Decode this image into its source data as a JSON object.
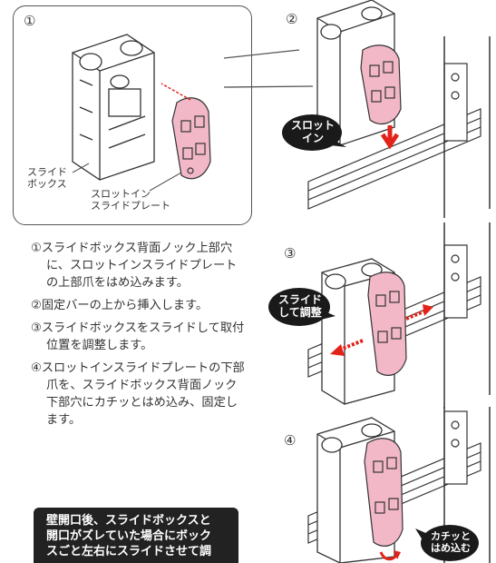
{
  "steps": [
    {
      "label": "①",
      "text": "①スライドボックス背面ノック上部穴に、スロットインスライドプレートの上部爪をはめ込みます。"
    },
    {
      "label": "②",
      "text": "②固定バーの上から挿入します。"
    },
    {
      "label": "③",
      "text": "③スライドボックスをスライドして取付位置を調整します。"
    },
    {
      "label": "④",
      "text": "④スロットインスライドプレートの下部爪を、スライドボックス背面ノック下部穴にカチッとはめ込み、固定します。"
    }
  ],
  "figure1": {
    "num": "①",
    "label_box": "スライド\nボックス",
    "label_plate": "スロットイン\nスライドプレート"
  },
  "figure2": {
    "num": "②",
    "callout": "スロット\nイン"
  },
  "figure3": {
    "num": "③",
    "callout": "スライド\nして調整"
  },
  "figure4": {
    "num": "④",
    "callout": "カチッと\nはめ込む"
  },
  "note": "壁開口後、スライドボックスと\n開口がズレていた場合にボック\nスごと左右にスライドさせて調",
  "colors": {
    "plate": "#f2b8c8",
    "arrow": "#e2231a",
    "callout_bg": "#1a1a1a",
    "outline": "#333333"
  }
}
